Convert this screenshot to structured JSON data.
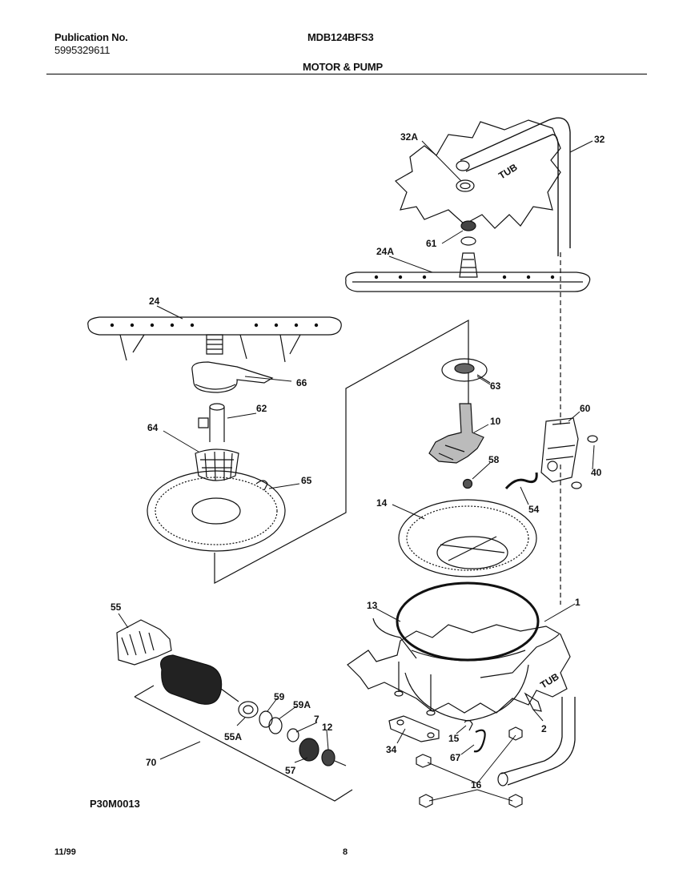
{
  "header": {
    "publication_label": "Publication No.",
    "publication_number": "5995329611",
    "model": "MDB124BFS3",
    "section_title": "MOTOR & PUMP"
  },
  "diagram": {
    "part_labels": [
      "32A",
      "32",
      "61",
      "24A",
      "24",
      "66",
      "62",
      "64",
      "65",
      "63",
      "10",
      "60",
      "58",
      "40",
      "54",
      "14",
      "13",
      "1",
      "55",
      "59",
      "59A",
      "7",
      "12",
      "55A",
      "70",
      "57",
      "15",
      "2",
      "34",
      "67",
      "16"
    ],
    "tub_label": "TUB",
    "code": "P30M0013"
  },
  "footer": {
    "date": "11/99",
    "page": "8"
  }
}
